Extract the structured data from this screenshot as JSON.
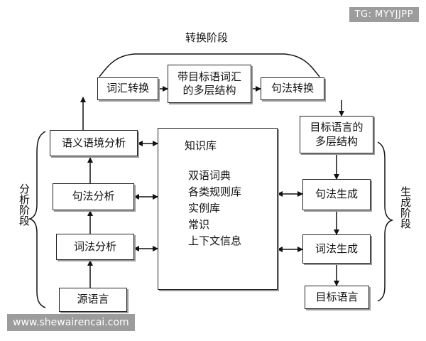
{
  "labels": {
    "conversion_stage": "转换阶段",
    "analysis_stage": "分析阶段",
    "generation_stage": "生成阶段"
  },
  "boxes": {
    "source_language": "源语言",
    "lexical_analysis": "词法分析",
    "syntactic_analysis": "句法分析",
    "semantic_context_analysis": "语义语境分析",
    "lexical_conversion": "词汇转换",
    "multilayer_with_target_words_line1": "带目标语词汇",
    "multilayer_with_target_words_line2": "的多层结构",
    "syntactic_conversion": "句法转换",
    "target_multilayer_line1": "目标语言的",
    "target_multilayer_line2": "多层结构",
    "syntactic_generation": "句法生成",
    "lexical_generation": "词法生成",
    "target_language": "目标语言"
  },
  "knowledge_base": {
    "title": "知识库",
    "items": [
      "双语词典",
      "各类规则库",
      "实例库",
      "常识",
      "上下文信息"
    ]
  },
  "watermarks": {
    "top": "TG: MYYJJPP",
    "bottom": "www.shewairencai.com"
  }
}
